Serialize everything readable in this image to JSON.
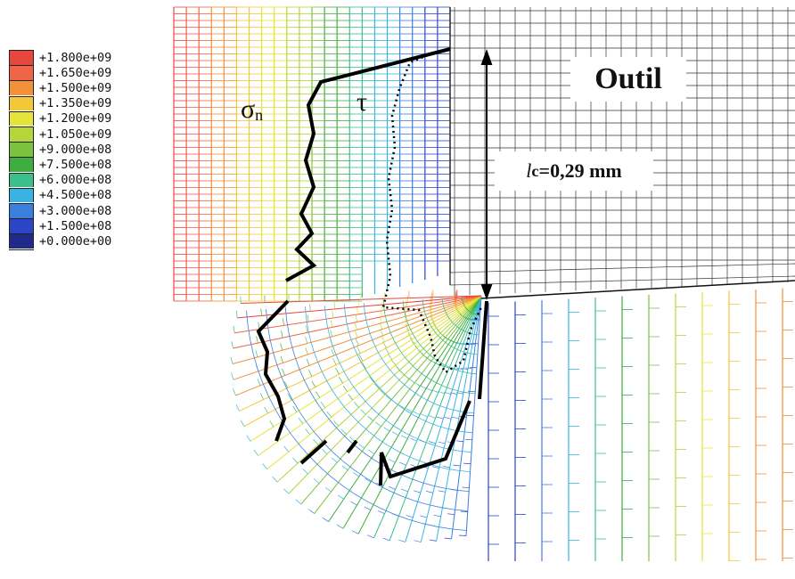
{
  "legend": {
    "items": [
      {
        "label": "+1.800e+09",
        "color": "#e8463f"
      },
      {
        "label": "+1.650e+09",
        "color": "#f06448"
      },
      {
        "label": "+1.500e+09",
        "color": "#f3903a"
      },
      {
        "label": "+1.350e+09",
        "color": "#f2c83a"
      },
      {
        "label": "+1.200e+09",
        "color": "#e6e43a"
      },
      {
        "label": "+1.050e+09",
        "color": "#b6d53a"
      },
      {
        "label": "+9.000e+08",
        "color": "#7cc23e"
      },
      {
        "label": "+7.500e+08",
        "color": "#3fae3e"
      },
      {
        "label": "+6.000e+08",
        "color": "#3bc08c"
      },
      {
        "label": "+4.500e+08",
        "color": "#3ab3e3"
      },
      {
        "label": "+3.000e+08",
        "color": "#3a7fe0"
      },
      {
        "label": "+1.500e+08",
        "color": "#2c44c8"
      },
      {
        "label": "+0.000e+00",
        "color": "#202a8a"
      }
    ]
  },
  "labels": {
    "tool": "Outil",
    "contact_length_symbol": "l",
    "contact_length_subscript": "c",
    "contact_length_value": "=0,29 mm",
    "sigma_symbol": "σ",
    "sigma_subscript": "n",
    "tau_symbol": "τ"
  }
}
